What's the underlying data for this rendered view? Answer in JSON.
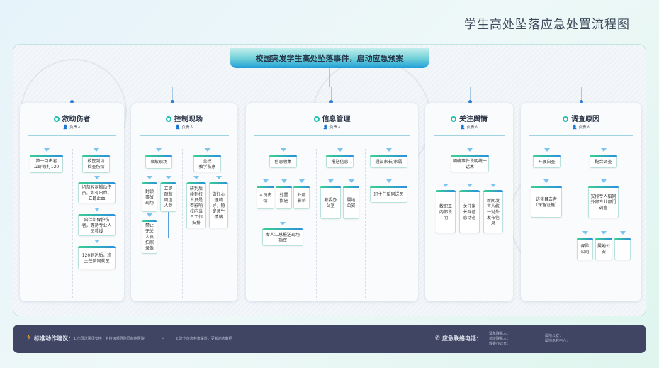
{
  "title": "学生高处坠落应急处置流程图",
  "banner": "校园突发学生高处坠落事件，启动应急预案",
  "owner_label": "负责人",
  "columns": [
    {
      "title": "救助伤者",
      "nodes": [
        "第一目击者\n立即拨打120",
        "校医到场\n检查伤情",
        "切勿轻易搬动伤员，如有出血，立即止血",
        "陪伴和保护伤者，等待专业人员救援",
        "120到达后，班主任陪同就医"
      ]
    },
    {
      "title": "控制现场",
      "nodes": [
        "事故现场",
        "全校\n教学秩序",
        "封锁事故现场",
        "立即疏散周边人群",
        "禁止无关人员拍照录像",
        "研判后续到校人员是否影响校内当日工作安排",
        "做好心理疏导，稳定师生情绪"
      ]
    },
    {
      "title": "信息管理",
      "nodes": [
        "信息收集",
        "人员伤情",
        "处置措施",
        "外部影响",
        "专人汇总报送现场指挥",
        "报送信息",
        "教委办公室",
        "属地公安",
        "通知家长/家属",
        "班主任陪同送医"
      ]
    },
    {
      "title": "关注舆情",
      "nodes": [
        "明确事件说明统一话术",
        "教职工内部说明",
        "关注家长群信息动态",
        "新闻发言人统一对外发布信息"
      ]
    },
    {
      "title": "调查原因",
      "nodes": [
        "开展自查",
        "访谈目击者（保留证据）",
        "配合调查",
        "安排专人陪同外部专业部门调查",
        "保险公司",
        "属地公安",
        "..."
      ]
    }
  ],
  "footer": {
    "actions_label": "标准动作建议：",
    "action1": "1.伤员送医须安排一名校级领导陪同前往医院",
    "action2": "2.建立信息共享渠道，更新动态数据",
    "contacts_label": "应急联络电话：",
    "contacts": [
      "紧急联系人：",
      "值班联系人：",
      "教委办公室：",
      "属地公安：",
      "属地急救中心："
    ]
  }
}
